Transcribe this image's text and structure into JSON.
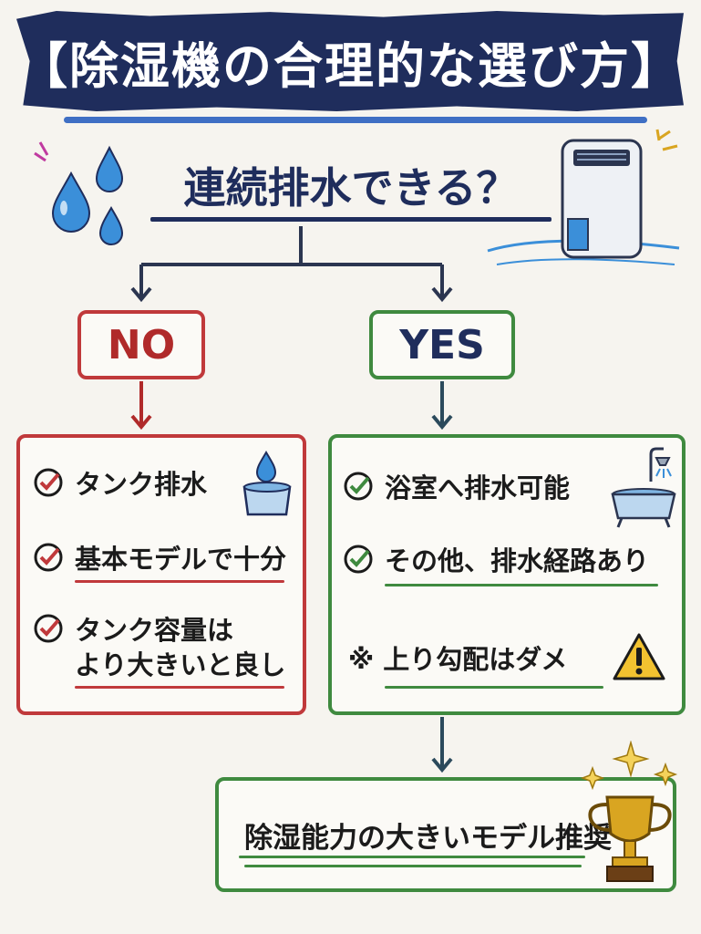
{
  "title": "【除湿機の合理的な選び方】",
  "question": "連続排水できる？",
  "no_branch": {
    "label": "NO",
    "items": [
      "タンク排水",
      "基本モデルで十分",
      "タンク容量は",
      "より大きいと良し"
    ]
  },
  "yes_branch": {
    "label": "YES",
    "items": [
      "浴室へ排水可能",
      "その他、排水経路あり"
    ],
    "warning": "※ 上り勾配はダメ"
  },
  "result": "除湿能力の大きいモデル推奨",
  "colors": {
    "navy": "#1f2d5c",
    "red": "#c0393b",
    "green": "#3f8a3f",
    "water": "#3b8fd9",
    "gold": "#d9a521"
  },
  "icons": [
    "water-drops-icon",
    "dehumidifier-icon",
    "water-tank-icon",
    "bathtub-icon",
    "warning-icon",
    "trophy-icon"
  ]
}
